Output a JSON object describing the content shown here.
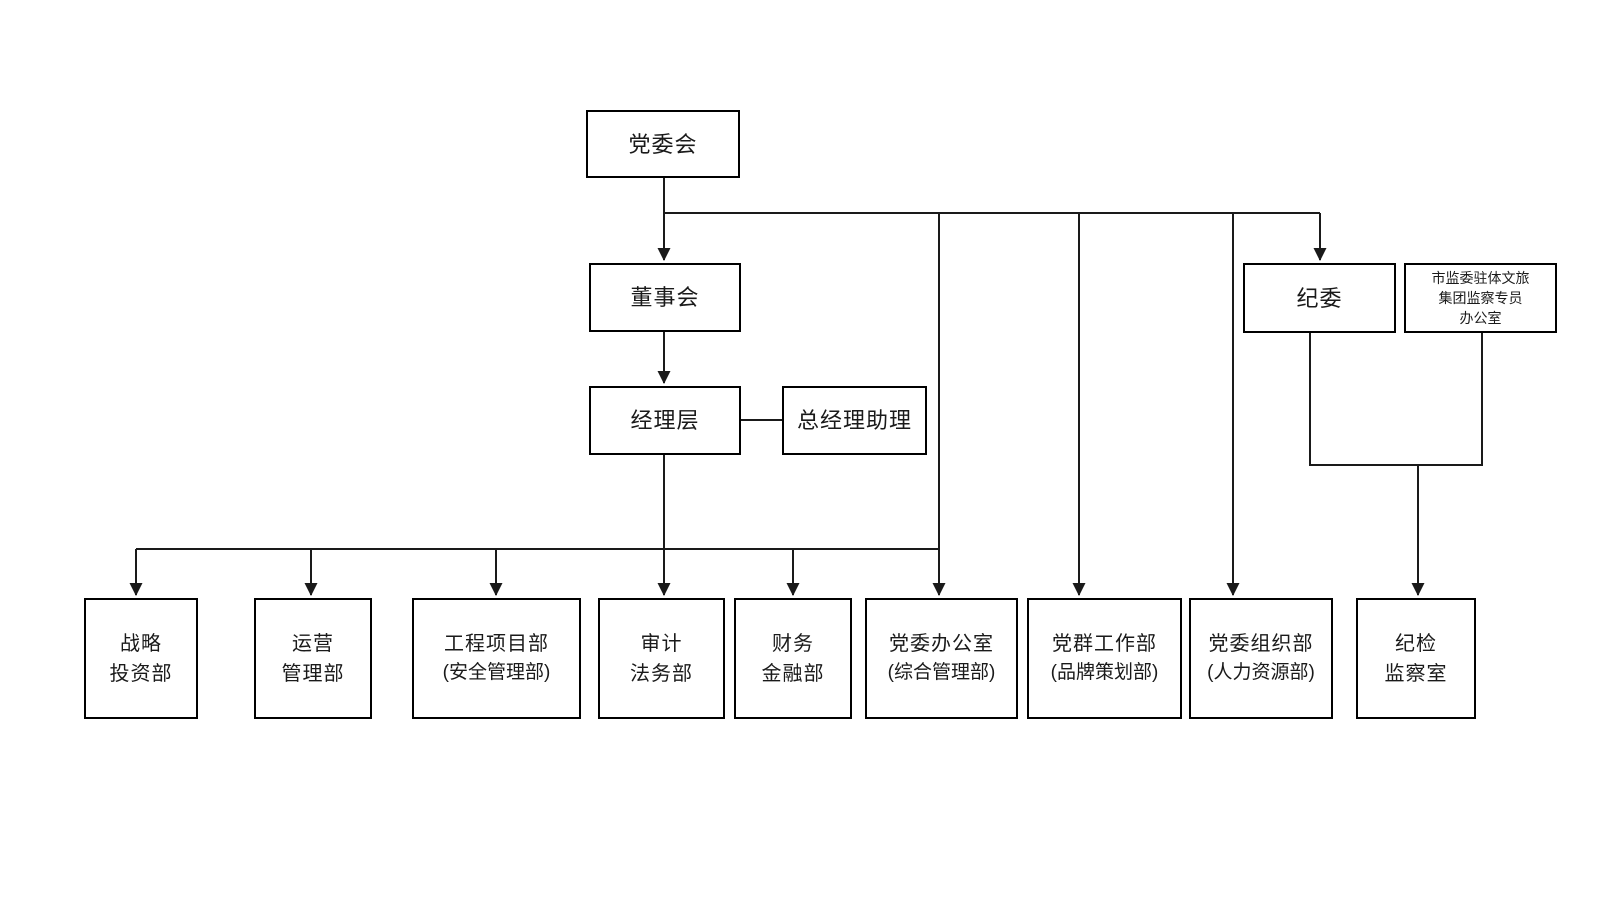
{
  "diagram": {
    "type": "org-chart",
    "colors": {
      "background": "#ffffff",
      "line": "#1a1a1a",
      "box_border": "#000000",
      "text": "#1a1a1a",
      "assistant_connector": "#2b6472"
    },
    "nodes": {
      "party_committee": {
        "lines": [
          "党委会"
        ]
      },
      "board_of_directors": {
        "lines": [
          "董事会"
        ]
      },
      "management_team": {
        "lines": [
          "经理层"
        ]
      },
      "general_manager_assistant": {
        "lines": [
          "总经理助理"
        ]
      },
      "discipline_committee": {
        "lines": [
          "纪委"
        ]
      },
      "supervision_office": {
        "lines": [
          "市监委驻体文旅",
          "集团监察专员",
          "办公室"
        ]
      },
      "strategy_investment_dept": {
        "lines": [
          "战略",
          "投资部"
        ]
      },
      "operations_management_dept": {
        "lines": [
          "运营",
          "管理部"
        ]
      },
      "engineering_project_dept": {
        "lines": [
          "工程项目部",
          "(安全管理部)"
        ]
      },
      "audit_legal_dept": {
        "lines": [
          "审计",
          "法务部"
        ]
      },
      "finance_dept": {
        "lines": [
          "财务",
          "金融部"
        ]
      },
      "party_committee_office": {
        "lines": [
          "党委办公室",
          "(综合管理部)"
        ]
      },
      "party_mass_work_dept": {
        "lines": [
          "党群工作部",
          "(品牌策划部)"
        ]
      },
      "party_organization_dept": {
        "lines": [
          "党委组织部",
          "(人力资源部)"
        ]
      },
      "discipline_inspection_office": {
        "lines": [
          "纪检",
          "监察室"
        ]
      }
    },
    "edges": [
      {
        "from": "party_committee",
        "to": "board_of_directors",
        "arrow": true
      },
      {
        "from": "board_of_directors",
        "to": "management_team",
        "arrow": true
      },
      {
        "from": "management_team",
        "to": "general_manager_assistant",
        "arrow": false
      },
      {
        "from": "party_committee",
        "to": "discipline_committee",
        "arrow": true
      },
      {
        "from": "party_committee",
        "to": "party_committee_office",
        "arrow": true
      },
      {
        "from": "party_committee",
        "to": "party_mass_work_dept",
        "arrow": true
      },
      {
        "from": "party_committee",
        "to": "party_organization_dept",
        "arrow": true
      },
      {
        "from": "management_team",
        "to": "strategy_investment_dept",
        "arrow": true
      },
      {
        "from": "management_team",
        "to": "operations_management_dept",
        "arrow": true
      },
      {
        "from": "management_team",
        "to": "engineering_project_dept",
        "arrow": true
      },
      {
        "from": "management_team",
        "to": "audit_legal_dept",
        "arrow": true
      },
      {
        "from": "management_team",
        "to": "finance_dept",
        "arrow": true
      },
      {
        "from": "discipline_committee",
        "to": "discipline_inspection_office",
        "arrow": true
      },
      {
        "from": "supervision_office",
        "to": "discipline_inspection_office",
        "arrow": true
      }
    ]
  }
}
